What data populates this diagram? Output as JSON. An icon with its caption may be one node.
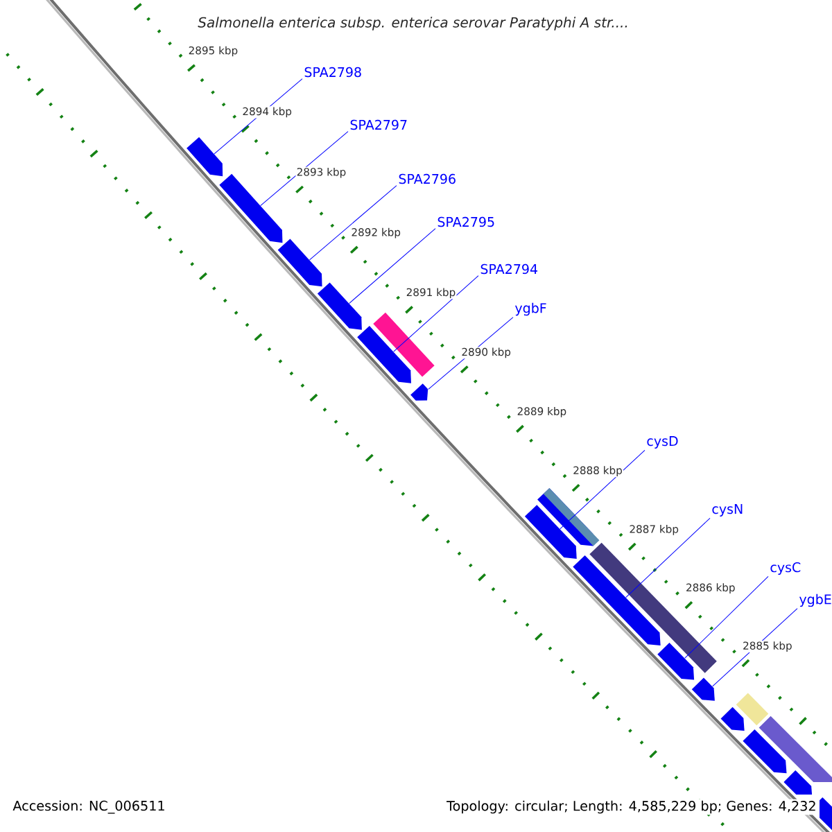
{
  "diagram": {
    "title": "Salmonella enterica subsp. enterica serovar Paratyphi A str....",
    "nodes": [
      {
        "text": [
          "SPA2798"
        ]
      },
      {
        "text": [
          "SPA2797"
        ]
      },
      {
        "text": [
          "SPA2796"
        ]
      },
      {
        "text": [
          "SPA2795"
        ]
      },
      {
        "text": [
          "SPA2794"
        ]
      },
      {
        "text": [
          "ygbF"
        ]
      },
      {
        "text": [
          "cysD"
        ]
      },
      {
        "text": [
          "cysN"
        ]
      },
      {
        "text": [
          "cysC"
        ]
      },
      {
        "text": [
          "ygbE"
        ]
      },
      {
        "text": [],
        "shape": "arrow"
      },
      {
        "text": [],
        "shape": "arrow"
      },
      {
        "text": [],
        "shape": "arrow"
      },
      {
        "text": [],
        "shape": "arrow"
      },
      {
        "text": [],
        "shape": "arrow"
      },
      {
        "text": [],
        "shape": "bar"
      },
      {
        "text": [],
        "shape": "arrow"
      },
      {
        "text": [],
        "shape": "arrow"
      },
      {
        "text": [],
        "shape": "bar"
      },
      {
        "text": [],
        "shape": "arrow"
      },
      {
        "text": [],
        "shape": "arrow"
      },
      {
        "text": [],
        "shape": "bar"
      },
      {
        "text": [],
        "shape": "arrow"
      },
      {
        "text": [],
        "shape": "arrow"
      },
      {
        "text": [],
        "shape": "arrow"
      },
      {
        "text": [],
        "shape": "bar"
      },
      {
        "text": [],
        "shape": "arrow"
      },
      {
        "text": [],
        "shape": "bar"
      },
      {
        "text": [],
        "shape": "arrow"
      },
      {
        "text": [],
        "shape": "arrow"
      }
    ],
    "edges": [
      {
        "from": 0,
        "to": 10,
        "arrow": "none"
      },
      {
        "from": 1,
        "to": 11,
        "arrow": "none"
      },
      {
        "from": 2,
        "to": 12,
        "arrow": "none"
      },
      {
        "from": 3,
        "to": 13,
        "arrow": "none"
      },
      {
        "from": 4,
        "to": 14,
        "arrow": "none"
      },
      {
        "from": 5,
        "to": 16,
        "arrow": "none"
      },
      {
        "from": 6,
        "to": 19,
        "arrow": "none"
      },
      {
        "from": 7,
        "to": 20,
        "arrow": "none"
      },
      {
        "from": 8,
        "to": 22,
        "arrow": "none"
      },
      {
        "from": 9,
        "to": 23,
        "arrow": "none"
      }
    ],
    "labels": [
      "2895 kbp",
      "2894 kbp",
      "2893 kbp",
      "2892 kbp",
      "2891 kbp",
      "2890 kbp",
      "2889 kbp",
      "2888 kbp",
      "2887 kbp",
      "2886 kbp",
      "2885 kbp",
      "Accession: NC_006511",
      "Topology: circular; Length: 4,585,229 bp; Genes: 4,232"
    ]
  }
}
